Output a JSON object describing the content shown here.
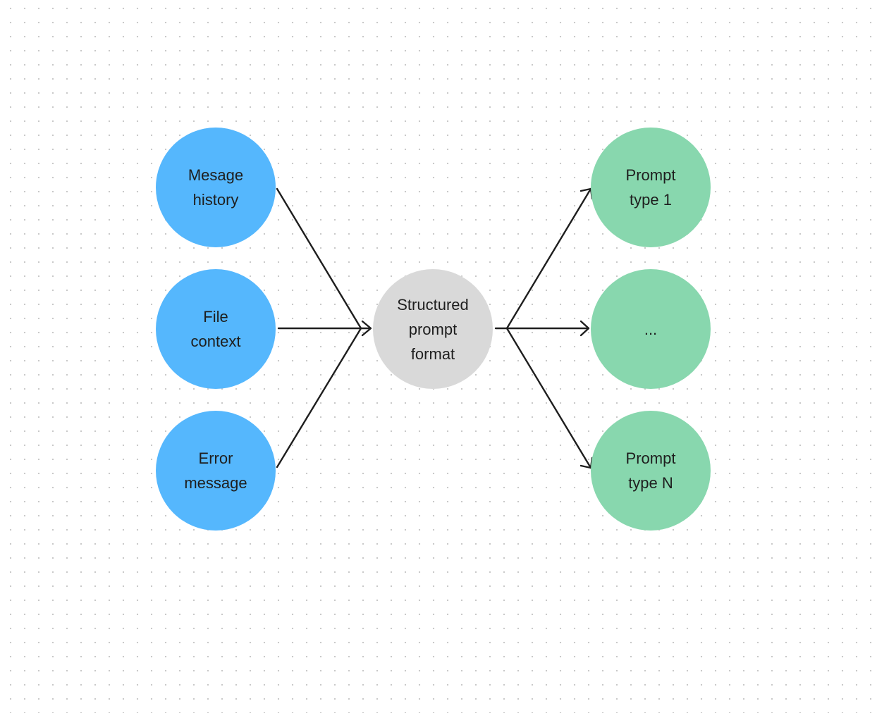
{
  "colors": {
    "input_fill": "#55b7fd",
    "center_fill": "#d9d9d9",
    "output_fill": "#88d7ae",
    "connector": "#1e1e1e",
    "text": "#1e1e1e",
    "background": "#ffffff",
    "grid_dot": "#c9c9c9"
  },
  "inputs": [
    {
      "label": "Mesage\nhistory"
    },
    {
      "label": "File\ncontext"
    },
    {
      "label": "Error\nmessage"
    }
  ],
  "center": {
    "label": "Structured\nprompt\nformat"
  },
  "outputs": [
    {
      "label": "Prompt\ntype 1"
    },
    {
      "label": "..."
    },
    {
      "label": "Prompt\ntype N"
    }
  ]
}
